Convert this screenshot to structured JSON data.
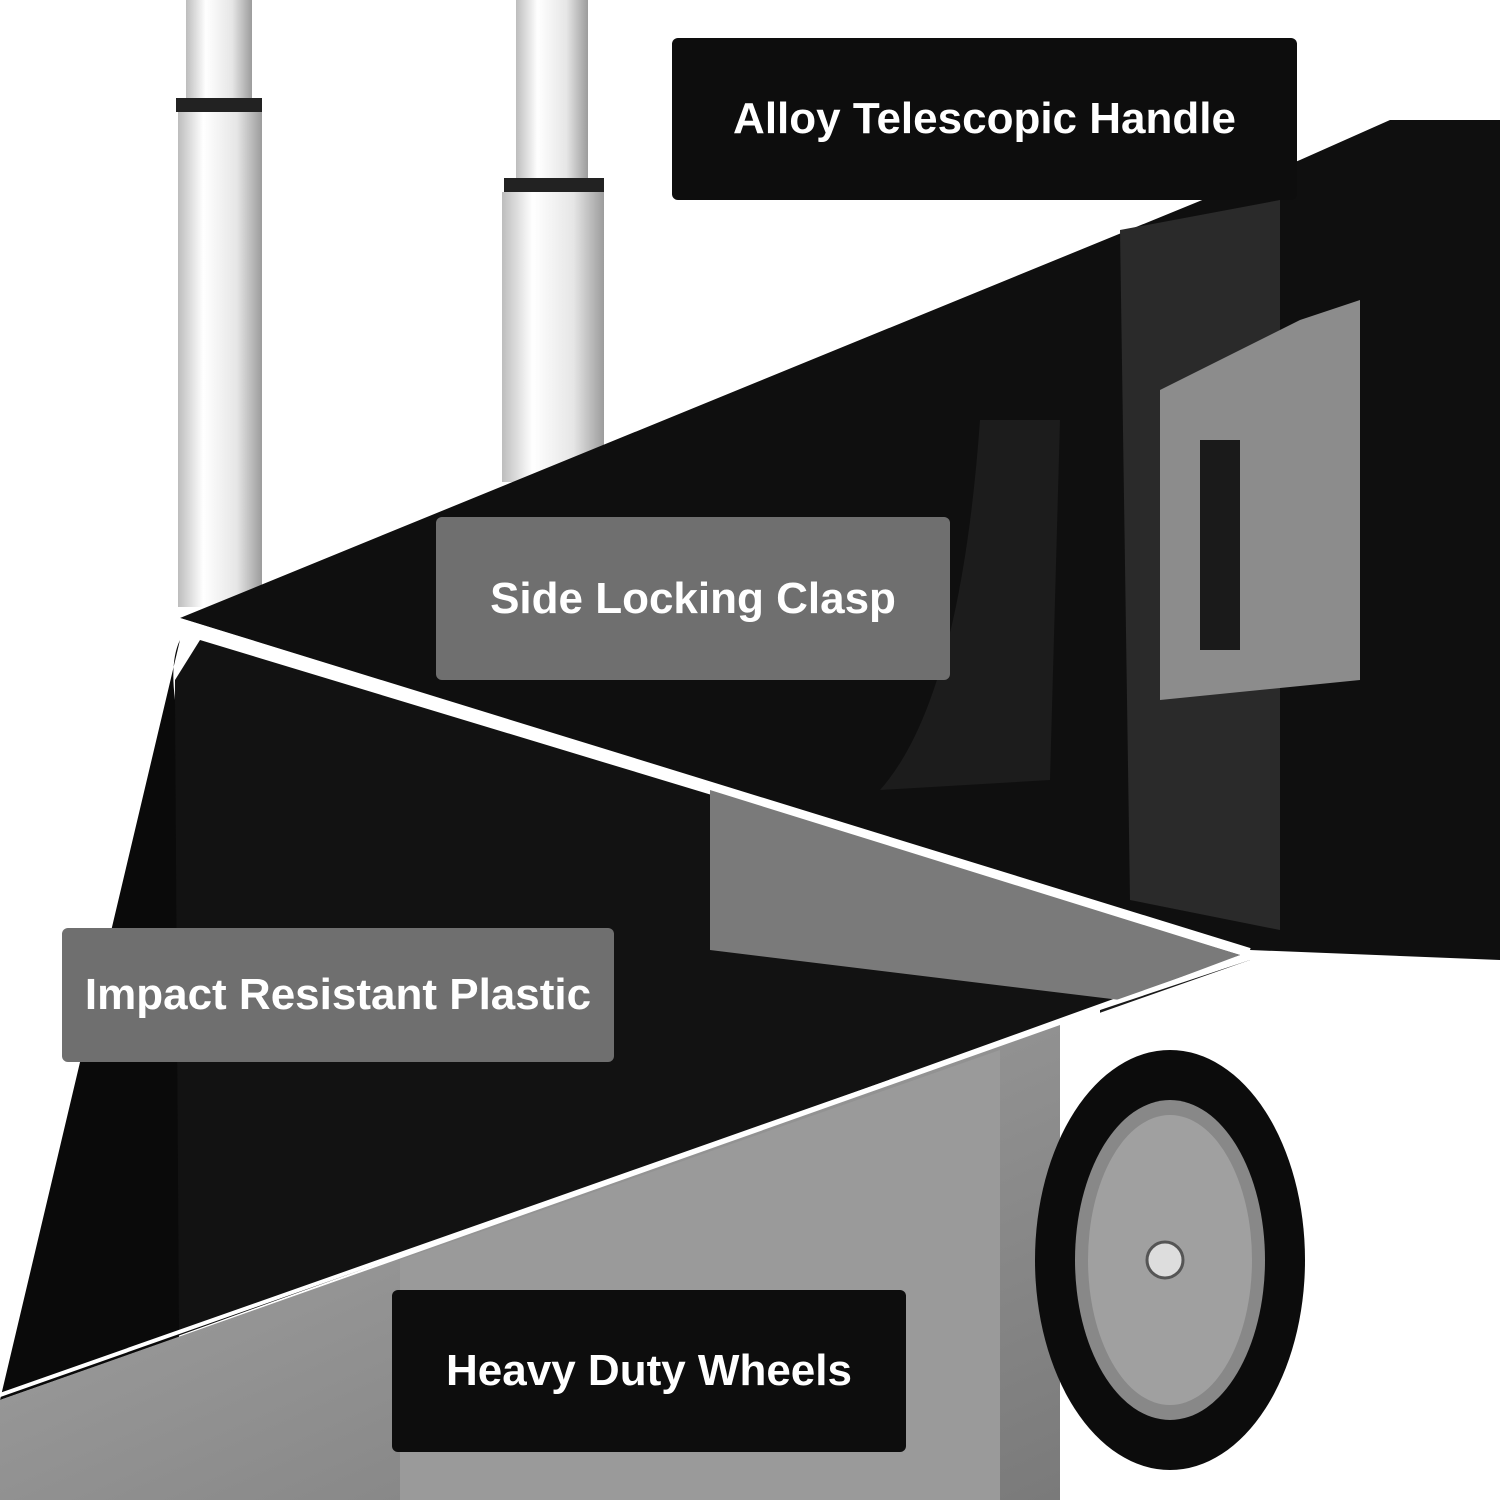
{
  "labels": {
    "handle": "Alloy Telescopic Handle",
    "clasp": "Side Locking Clasp",
    "plastic": "Impact Resistant Plastic",
    "wheels": "Heavy Duty Wheels"
  },
  "colors": {
    "dark_label": "#0d0d0d",
    "gray_label": "#6f6f6f",
    "body": "#111111",
    "gray_part": "#8a8a8a"
  }
}
